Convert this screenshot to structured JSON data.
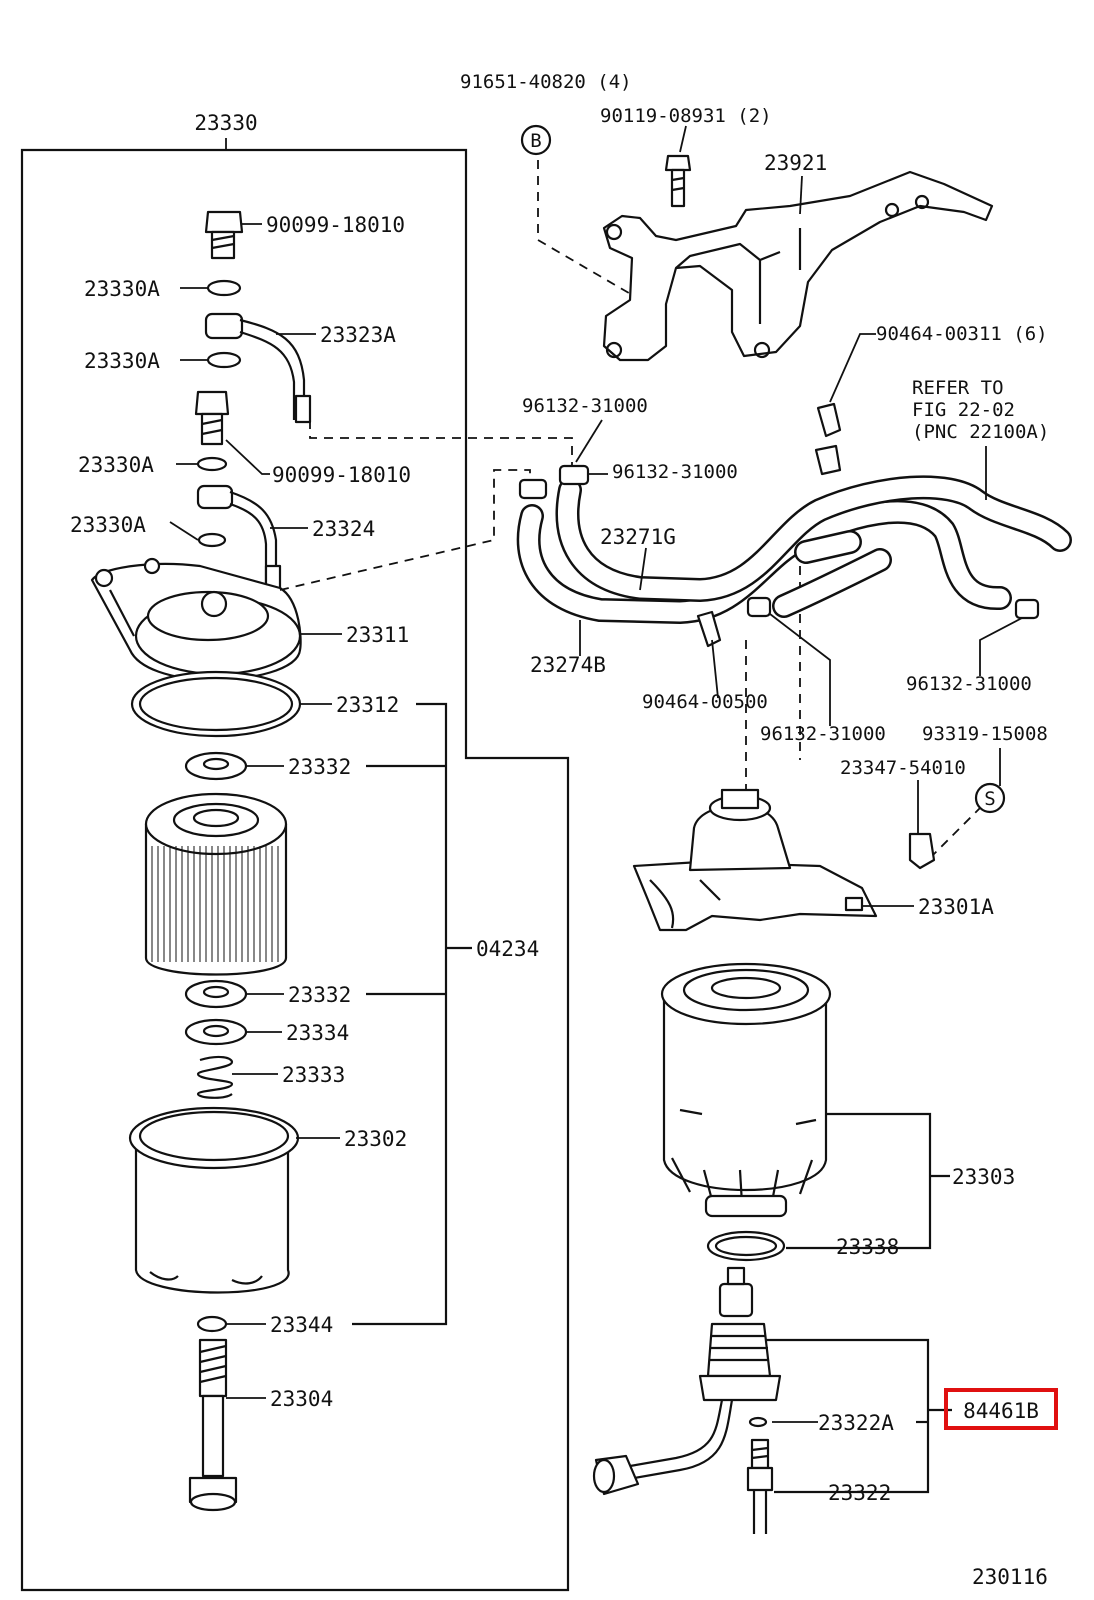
{
  "diagram": {
    "figure_number": "230116",
    "highlighted_part": "84461B",
    "highlight_color": "#e01010",
    "labels": {
      "p23330": "23330",
      "p90099a": "90099-18010",
      "p23330A_1": "23330A",
      "p23323A": "23323A",
      "p23330A_2": "23330A",
      "p23330A_3": "23330A",
      "p90099b": "90099-18010",
      "p23330A_4": "23330A",
      "p23324": "23324",
      "p23311": "23311",
      "p23312": "23312",
      "p23332a": "23332",
      "p04234": "04234",
      "p23332b": "23332",
      "p23334": "23334",
      "p23333": "23333",
      "p23302": "23302",
      "p23344": "23344",
      "p23304": "23304",
      "p91651": "91651-40820 (4)",
      "p90119": "90119-08931 (2)",
      "markerB": "B",
      "p23921": "23921",
      "p90464a": "90464-00311 (6)",
      "refer1": "REFER TO",
      "refer2": "FIG 22-02",
      "refer3": "(PNC 22100A)",
      "p96132a": "96132-31000",
      "p96132b": "96132-31000",
      "p23271G": "23271G",
      "p23274B": "23274B",
      "p90464b": "90464-00500",
      "p96132c": "96132-31000",
      "p96132d": "96132-31000",
      "p93319": "93319-15008",
      "p23347": "23347-54010",
      "markerS": "S",
      "p23301A": "23301A",
      "p23303": "23303",
      "p23338": "23338",
      "p84461B": "84461B",
      "p23322A": "23322A",
      "p23322": "23322"
    }
  }
}
